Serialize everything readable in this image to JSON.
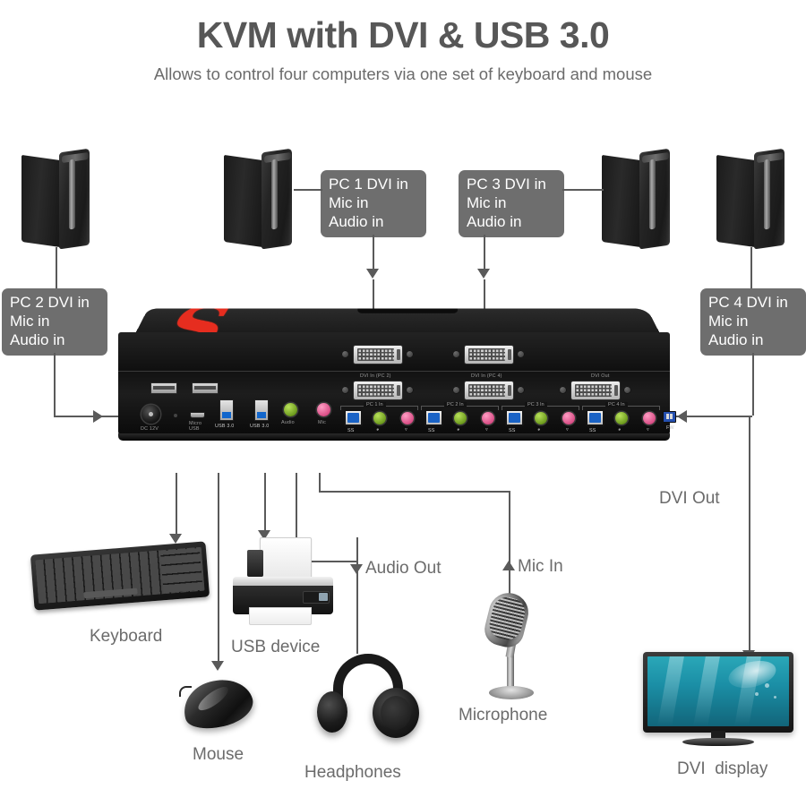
{
  "header": {
    "title": "KVM with DVI & USB 3.0",
    "subtitle": "Allows to control four computers via one set of keyboard and mouse"
  },
  "colors": {
    "callout_bg": "#6e6e6e",
    "callout_text": "#ffffff",
    "line": "#5a5a5a",
    "title_text": "#575757",
    "subtitle_text": "#6b6b6b",
    "label_text": "#6b6b6b",
    "logo_red": "#e62d1f",
    "usb3_blue": "#1166cc",
    "audio_green": "#8dc63f",
    "mic_pink": "#e8538c",
    "tv_screen_teal": "#1b8fa6"
  },
  "callouts": [
    {
      "id": "pc1",
      "text": "PC 1 DVI in\nMic in\nAudio in"
    },
    {
      "id": "pc3",
      "text": "PC 3 DVI in\nMic in\nAudio in"
    },
    {
      "id": "pc2",
      "text": "PC 2 DVI in\nMic in\nAudio in"
    },
    {
      "id": "pc4",
      "text": "PC 4 DVI in\nMic in\nAudio in"
    }
  ],
  "device_labels": {
    "keyboard": "Keyboard",
    "usb_device": "USB device",
    "mouse": "Mouse",
    "headphones": "Headphones",
    "microphone": "Microphone",
    "dvi_display": "DVI  display",
    "audio_out": "Audio Out",
    "mic_in": "Mic In",
    "dvi_out": "DVI Out"
  },
  "kvm": {
    "logo": "S",
    "port_labels": {
      "dc": "DC 12V",
      "micro_usb": "Micro\nUSB",
      "usb3_a": "USB 3.0",
      "usb3_b": "USB 3.0",
      "audio": "Audio",
      "mic": "Mic",
      "fw": "FW"
    },
    "dvi_connectors": [
      {
        "id": "dvi-in-pc1",
        "label": ""
      },
      {
        "id": "dvi-in-pc3",
        "label": ""
      },
      {
        "id": "dvi-in-pc2",
        "label": "DVI In (PC 2)"
      },
      {
        "id": "dvi-in-pc4",
        "label": "DVI In (PC 4)"
      },
      {
        "id": "dvi-out",
        "label": "DVI Out"
      }
    ],
    "pc_groups": [
      {
        "id": "pc1-in",
        "label": "PC 1 In",
        "usb_label": "SS",
        "headphone": "headphone-icon",
        "mic": "mic-icon"
      },
      {
        "id": "pc2-in",
        "label": "PC 2 In",
        "usb_label": "SS",
        "headphone": "headphone-icon",
        "mic": "mic-icon"
      },
      {
        "id": "pc3-in",
        "label": "PC 3 In",
        "usb_label": "SS",
        "headphone": "headphone-icon",
        "mic": "mic-icon"
      },
      {
        "id": "pc4-in",
        "label": "PC 4 In",
        "usb_label": "SS",
        "headphone": "headphone-icon",
        "mic": "mic-icon"
      }
    ]
  },
  "towers": [
    {
      "id": "tower-pc2"
    },
    {
      "id": "tower-pc1"
    },
    {
      "id": "tower-pc3"
    },
    {
      "id": "tower-pc4"
    }
  ]
}
